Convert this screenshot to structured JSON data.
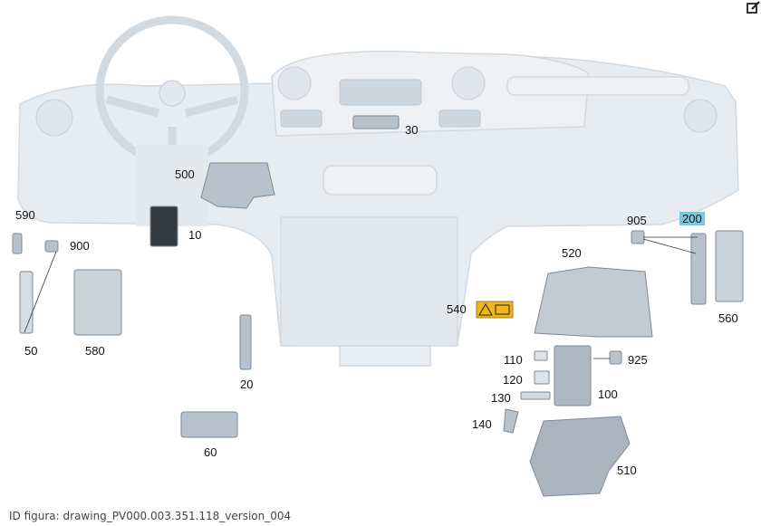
{
  "caption": "ID figura: drawing_PV000.003.351.118_version_004",
  "highlight_color": "#7fc6dc",
  "warning_color": "#f2b61c",
  "component_color": "#b8c2cc",
  "dashboard_color": "#e7ecf0",
  "labels": {
    "l10": "10",
    "l20": "20",
    "l30": "30",
    "l50": "50",
    "l60": "60",
    "l100": "100",
    "l110": "110",
    "l120": "120",
    "l130": "130",
    "l140": "140",
    "l200": "200",
    "l500": "500",
    "l510": "510",
    "l520": "520",
    "l540": "540",
    "l560": "560",
    "l580": "580",
    "l590": "590",
    "l900": "900",
    "l905": "905",
    "l925": "925"
  },
  "icons": {
    "edit": "edit-icon",
    "warning": "warning-label-icon"
  }
}
